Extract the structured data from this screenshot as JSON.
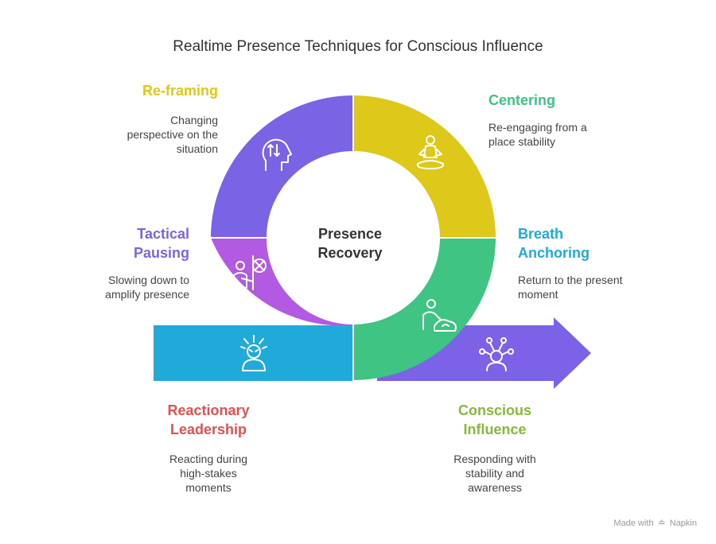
{
  "title": "Realtime Presence Techniques for Conscious Influence",
  "center": {
    "line1": "Presence",
    "line2": "Recovery"
  },
  "colors": {
    "reframing": "#7B63E6",
    "centering": "#DEC819",
    "tactical": "#B25BE2",
    "breath": "#3FC483",
    "reactionary": "#1FAAD9",
    "conscious": "#7C62E7"
  },
  "steps": {
    "reframing": {
      "label": "Re-framing",
      "desc": [
        "Changing",
        "perspective on the",
        "situation"
      ],
      "label_color": "#DEC819",
      "icon": "head-arrows-icon"
    },
    "centering": {
      "label": "Centering",
      "desc": [
        "Re-engaging from a",
        "place stability"
      ],
      "label_color": "#3FC483",
      "icon": "meditation-icon"
    },
    "tactical": {
      "label": [
        "Tactical",
        "Pausing"
      ],
      "desc": [
        "Slowing down to",
        "amplify presence"
      ],
      "label_color": "#7B63E6",
      "icon": "pause-person-icon"
    },
    "breath": {
      "label": [
        "Breath",
        "Anchoring"
      ],
      "desc": [
        "Return to the present",
        "moment"
      ],
      "label_color": "#1FAAD9",
      "icon": "breathing-person-icon"
    },
    "reactionary": {
      "label": [
        "Reactionary",
        "Leadership"
      ],
      "desc": [
        "Reacting during",
        "high-stakes",
        "moments"
      ],
      "label_color": "#E05050",
      "icon": "stressed-person-icon"
    },
    "conscious": {
      "label": [
        "Conscious",
        "Influence"
      ],
      "desc": [
        "Responding with",
        "stability and",
        "awareness"
      ],
      "label_color": "#88B83C",
      "icon": "network-mind-icon"
    }
  },
  "watermark": {
    "prefix": "Made with",
    "brand": "Napkin"
  }
}
